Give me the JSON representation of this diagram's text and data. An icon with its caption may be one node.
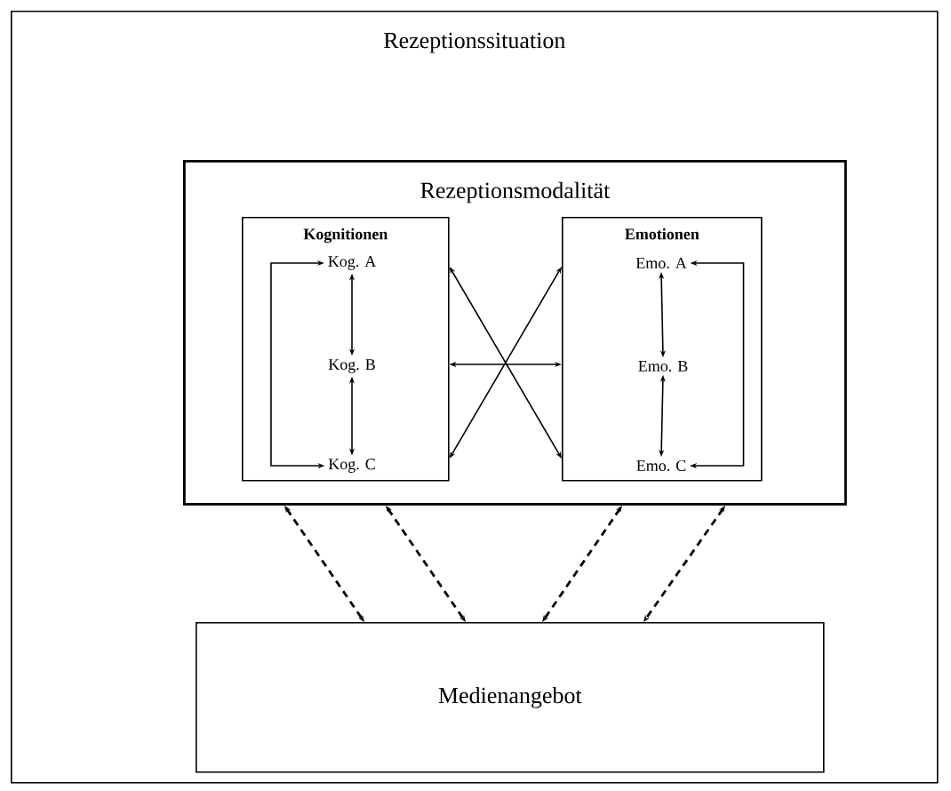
{
  "diagram": {
    "nodes": [
      {
        "text": [
          "Rezeptionssituation"
        ]
      },
      {
        "text": [
          "Rezeptionsmodalität"
        ],
        "in": 0
      },
      {
        "text": [
          "Kognitionen"
        ],
        "in": 1
      },
      {
        "text": [
          "Kog. A"
        ],
        "in": 2
      },
      {
        "text": [
          "Kog. B"
        ],
        "in": 2
      },
      {
        "text": [
          "Kog. C"
        ],
        "in": 2
      },
      {
        "text": [
          "Emotionen"
        ],
        "in": 1
      },
      {
        "text": [
          "Emo. A"
        ],
        "in": 6
      },
      {
        "text": [
          "Emo. B"
        ],
        "in": 6
      },
      {
        "text": [
          "Emo. C"
        ],
        "in": 6
      },
      {
        "text": [
          "Medienangebot"
        ],
        "in": 0
      }
    ],
    "edges": [
      {
        "from": 3,
        "to": 4,
        "arrow": "both"
      },
      {
        "from": 4,
        "to": 5,
        "arrow": "both"
      },
      {
        "from": 3,
        "to": 5,
        "arrow": "both"
      },
      {
        "from": 7,
        "to": 8,
        "arrow": "both"
      },
      {
        "from": 8,
        "to": 9,
        "arrow": "both"
      },
      {
        "from": 7,
        "to": 9,
        "arrow": "both"
      },
      {
        "from": 2,
        "to": 6,
        "arrow": "both"
      },
      {
        "from": 2,
        "to": 6,
        "arrow": "both"
      },
      {
        "from": 2,
        "to": 6,
        "arrow": "both"
      },
      {
        "from": 1,
        "to": 10,
        "arrow": "both",
        "style": "dashed"
      },
      {
        "from": 1,
        "to": 10,
        "arrow": "both",
        "style": "dashed"
      },
      {
        "from": 1,
        "to": 10,
        "arrow": "both",
        "style": "dashed"
      },
      {
        "from": 1,
        "to": 10,
        "arrow": "both",
        "style": "dashed"
      }
    ]
  }
}
